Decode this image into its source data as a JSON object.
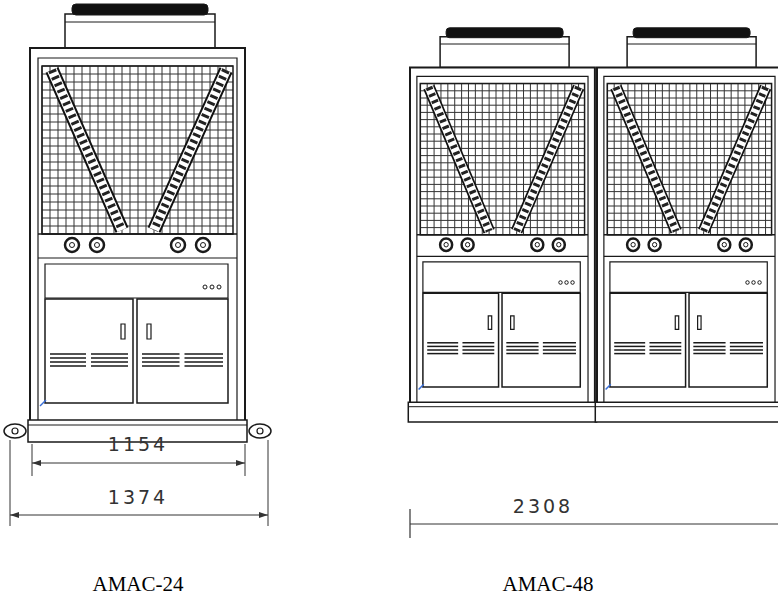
{
  "diagram": {
    "labels": [
      "1154",
      "1374",
      "2308",
      "AMAC-24",
      "AMAC-48"
    ]
  }
}
